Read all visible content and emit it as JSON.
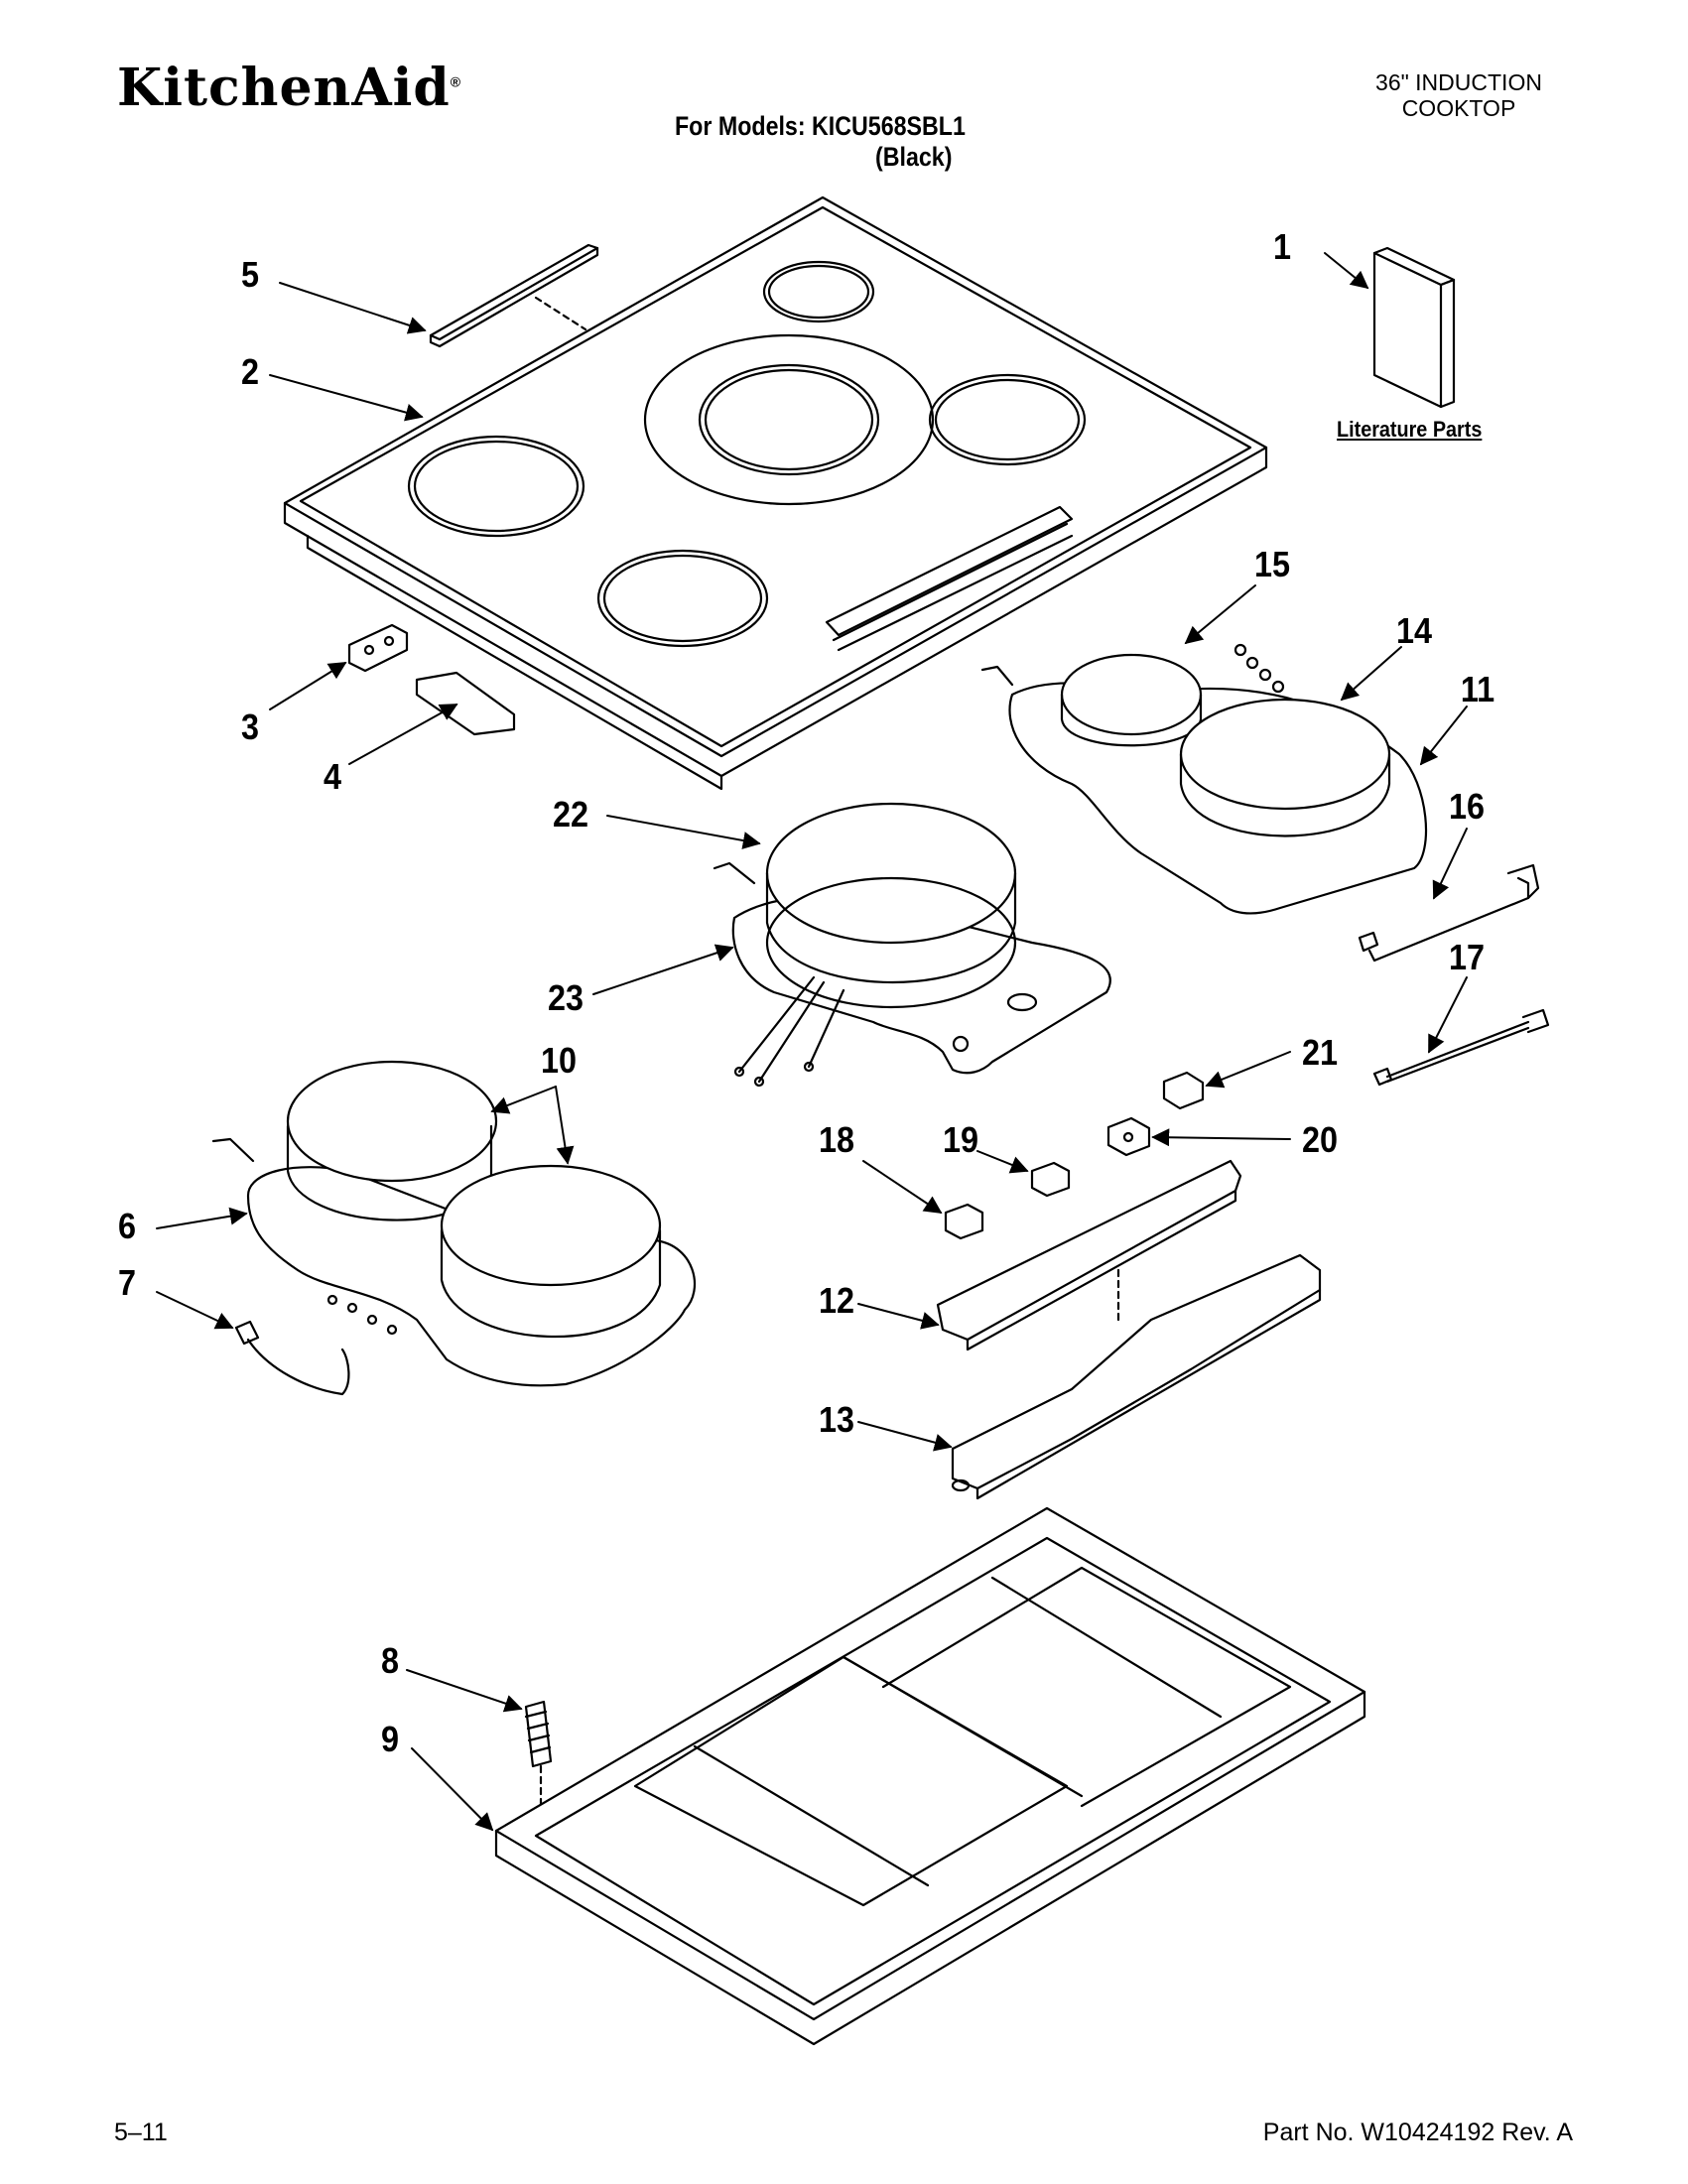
{
  "header": {
    "brand": "KitchenAid",
    "brand_mark": "®",
    "product_line1": "36\" INDUCTION",
    "product_line2": "COOKTOP",
    "models_label": "For Models: KICU568SBL1",
    "variant": "(Black)"
  },
  "literature_label": "Literature Parts",
  "callouts": [
    {
      "id": "1",
      "label": "1"
    },
    {
      "id": "2",
      "label": "2"
    },
    {
      "id": "3",
      "label": "3"
    },
    {
      "id": "4",
      "label": "4"
    },
    {
      "id": "5",
      "label": "5"
    },
    {
      "id": "6",
      "label": "6"
    },
    {
      "id": "7",
      "label": "7"
    },
    {
      "id": "8",
      "label": "8"
    },
    {
      "id": "9",
      "label": "9"
    },
    {
      "id": "10",
      "label": "10"
    },
    {
      "id": "11",
      "label": "11"
    },
    {
      "id": "12",
      "label": "12"
    },
    {
      "id": "13",
      "label": "13"
    },
    {
      "id": "14",
      "label": "14"
    },
    {
      "id": "15",
      "label": "15"
    },
    {
      "id": "16",
      "label": "16"
    },
    {
      "id": "17",
      "label": "17"
    },
    {
      "id": "18",
      "label": "18"
    },
    {
      "id": "19",
      "label": "19"
    },
    {
      "id": "20",
      "label": "20"
    },
    {
      "id": "21",
      "label": "21"
    },
    {
      "id": "22",
      "label": "22"
    },
    {
      "id": "23",
      "label": "23"
    }
  ],
  "footer": {
    "page": "5–11",
    "part_no": "Part No. W10424192 Rev. A"
  }
}
